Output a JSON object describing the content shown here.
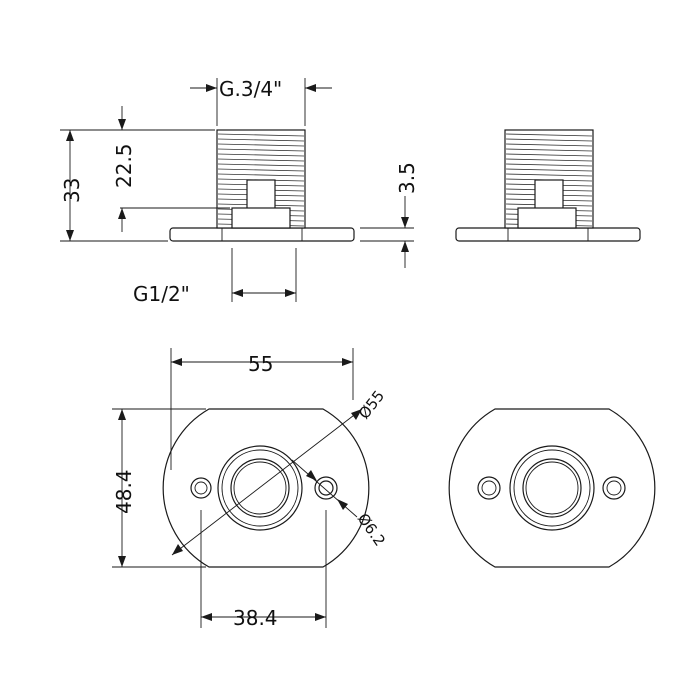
{
  "colors": {
    "line": "#1a1a1a",
    "text": "#111111",
    "background": "#ffffff"
  },
  "dimensions": {
    "top_thread": "G.3/4\"",
    "overall_height": "33",
    "thread_length": "22.5",
    "flange_thickness": "3.5",
    "bottom_thread": "G1/2\"",
    "flange_width": "55",
    "flange_diameter": "Ø55",
    "flange_height": "48.4",
    "hole_diameter": "Ø6.2",
    "hole_spacing": "38.4"
  }
}
